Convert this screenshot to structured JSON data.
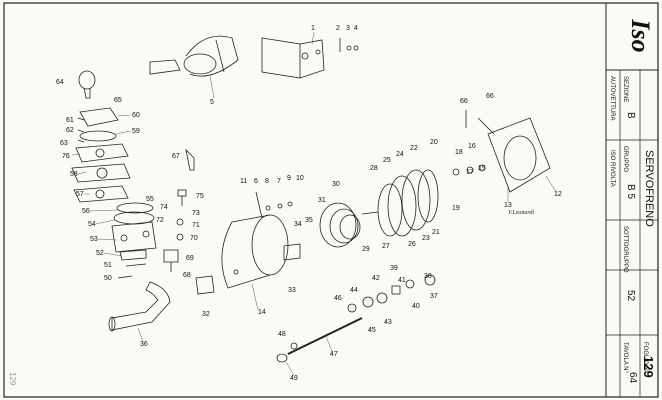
{
  "header": {
    "logo_text": "Iso",
    "fields": [
      {
        "label": "AUTOVETTURA",
        "value": "ISO RIVOLTA"
      },
      {
        "label": "SEZIONE",
        "value": "B"
      },
      {
        "label": "GRUPPO",
        "value": "B 5"
      },
      {
        "label": "SOTTOGRUPPO",
        "value": "52"
      },
      {
        "label": "TAVOLA N°",
        "value": "64"
      }
    ],
    "group_title": "SERVOFRENO",
    "sheet_label": "FOGLIO N°",
    "sheet_number": "129"
  },
  "drawing": {
    "signature": "V.Leonardi",
    "margin_note": "129",
    "part_numbers": [
      "1",
      "2",
      "3",
      "4",
      "5",
      "6",
      "7",
      "8",
      "9",
      "10",
      "11",
      "12",
      "13",
      "14",
      "15",
      "16",
      "17",
      "18",
      "19",
      "20",
      "21",
      "22",
      "23",
      "24",
      "25",
      "26",
      "27",
      "28",
      "29",
      "30",
      "31",
      "32",
      "33",
      "34",
      "35",
      "36",
      "37",
      "38",
      "39",
      "40",
      "41",
      "42",
      "43",
      "44",
      "45",
      "46",
      "47",
      "48",
      "49",
      "50",
      "51",
      "52",
      "53",
      "54",
      "55",
      "56",
      "57",
      "58",
      "59",
      "60",
      "61",
      "62",
      "63",
      "64",
      "65",
      "66",
      "67",
      "68",
      "69",
      "70",
      "71",
      "72",
      "73",
      "74",
      "75",
      "76"
    ]
  },
  "colors": {
    "ink": "#111111",
    "paper": "#fbfaf7"
  }
}
